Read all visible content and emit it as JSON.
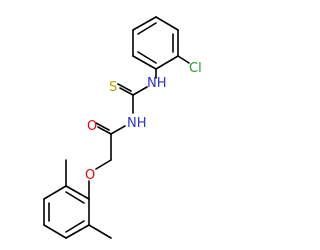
{
  "molecule": {
    "atoms": {
      "chlorine": "Cl",
      "nh_aryl": "NH",
      "sulfur": "S",
      "nh_acyl": "NH",
      "carbonyl_oxygen": "O",
      "ether_oxygen": "O"
    },
    "colors": {
      "bond": "#000000",
      "chlorine": "#1f9b1f",
      "nitrogen": "#3333cc",
      "sulfur": "#b3a000",
      "oxygen": "#e8000b"
    }
  }
}
